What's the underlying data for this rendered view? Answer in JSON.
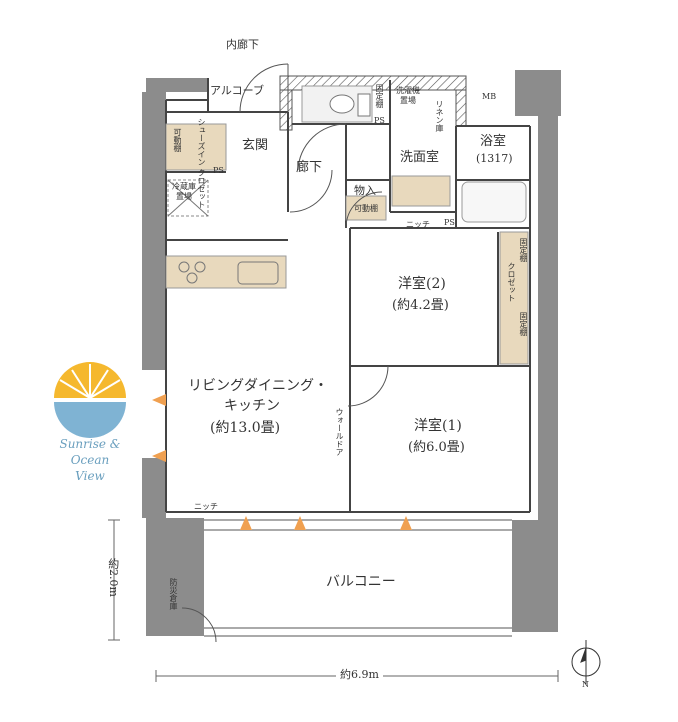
{
  "rooms": {
    "inner_corridor": "内廊下",
    "alcove": "アルコーブ",
    "mb": "MB",
    "entrance": "玄関",
    "shoes_in_closet": "シューズイン\nクロゼット",
    "movable_shelf": "可動棚",
    "ps": "PS",
    "fridge": "冷蔵庫\n置場",
    "corridor": "廊下",
    "fixed_shelf": "固定棚",
    "washer": "洗濯機\n置場",
    "linen": "リネン庫",
    "washroom": "洗面室",
    "bathroom": "浴室",
    "bath_size": "(1317)",
    "storage": "物入",
    "niche": "ニッチ",
    "western2": "洋室(2)",
    "western2_size": "(約4.2畳)",
    "closet": "クロゼット",
    "ldk_line1": "リビングダイニング・",
    "ldk_line2": "キッチン",
    "ldk_size": "(約13.0畳)",
    "wall_door": "ウォールドア",
    "western1": "洋室(1)",
    "western1_size": "(約6.0畳)",
    "balcony": "バルコニー",
    "disaster_store": "防災倉庫"
  },
  "dimensions": {
    "width": "約6.9m",
    "depth": "約2.0m"
  },
  "logo": {
    "line1": "Sunrise &",
    "line2": "Ocean",
    "line3": "View"
  },
  "compass": {
    "north": "N"
  },
  "colors": {
    "wall": "#8a8a8a",
    "wall_dark": "#6e6e6e",
    "wood": "#e8d9bd",
    "arrow": "#f0a050",
    "logo_sun": "#f5b82e",
    "logo_sea": "#6a9fbe"
  }
}
